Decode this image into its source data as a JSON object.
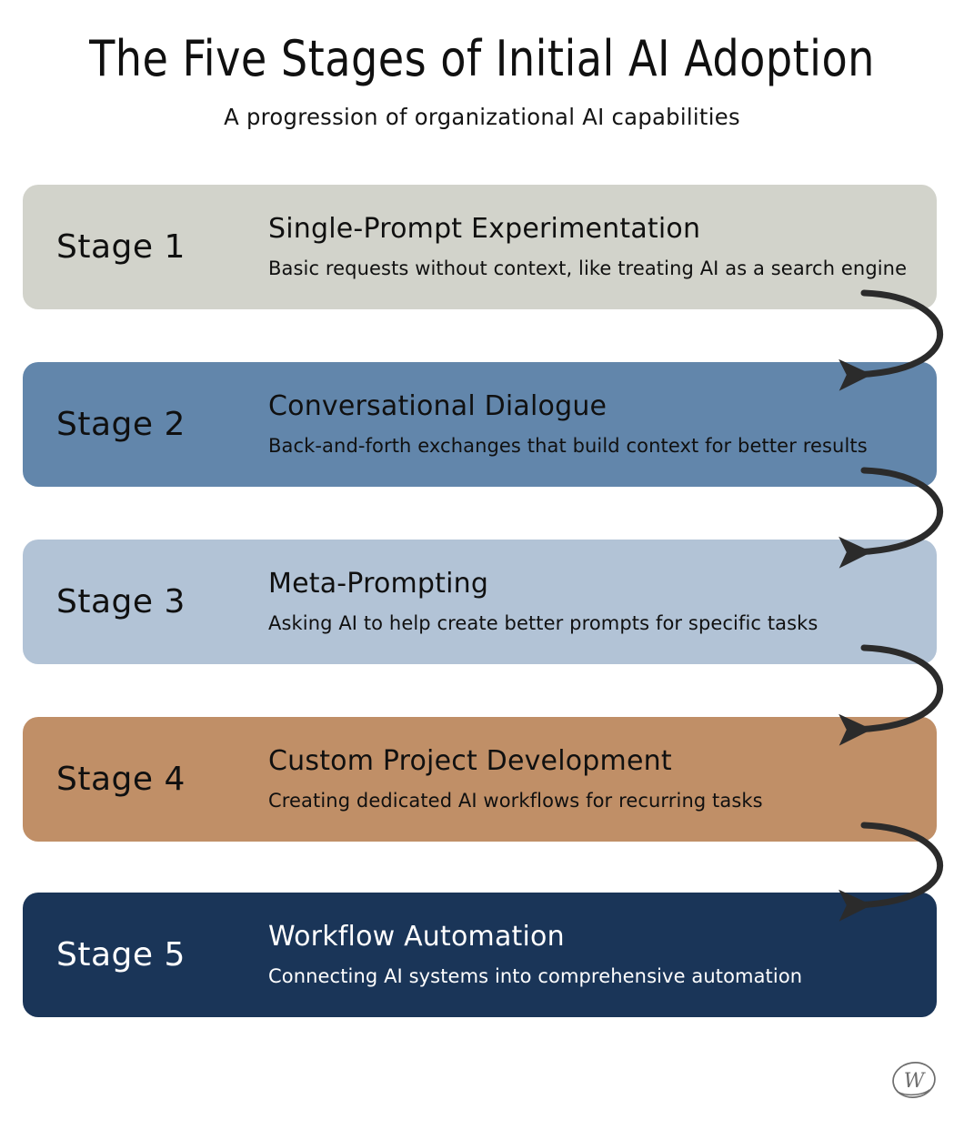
{
  "header": {
    "title": "The Five Stages of Initial AI Adoption",
    "subtitle": "A progression of organizational AI capabilities"
  },
  "colors": {
    "background": "#ffffff",
    "arrow": "#2b2b2b",
    "text_dark": "#101010",
    "text_light": "#ffffff",
    "watermark": "#6e6e6e",
    "stage_1": "#d2d3cb",
    "stage_2": "#6286ab",
    "stage_3": "#b2c3d6",
    "stage_4": "#c08f67",
    "stage_5": "#1a3558"
  },
  "stages": [
    {
      "label": "Stage 1",
      "heading": "Single-Prompt Experimentation",
      "description": "Basic requests without context, like treating AI as a search engine",
      "color": "#d2d3cb",
      "text_color": "#101010"
    },
    {
      "label": "Stage 2",
      "heading": "Conversational Dialogue",
      "description": "Back-and-forth exchanges that build context for better results",
      "color": "#6286ab",
      "text_color": "#101010"
    },
    {
      "label": "Stage 3",
      "heading": "Meta-Prompting",
      "description": "Asking AI to help create better prompts for specific tasks",
      "color": "#b2c3d6",
      "text_color": "#101010"
    },
    {
      "label": "Stage 4",
      "heading": "Custom Project Development",
      "description": "Creating dedicated AI workflows for recurring tasks",
      "color": "#c08f67",
      "text_color": "#101010"
    },
    {
      "label": "Stage 5",
      "heading": "Workflow Automation",
      "description": "Connecting AI systems into comprehensive automation",
      "color": "#1a3558",
      "text_color": "#ffffff"
    }
  ],
  "connectors": [
    {
      "from": "Stage 1",
      "to": "Stage 2",
      "direction": "down"
    },
    {
      "from": "Stage 2",
      "to": "Stage 3",
      "direction": "down"
    },
    {
      "from": "Stage 3",
      "to": "Stage 4",
      "direction": "down"
    },
    {
      "from": "Stage 4",
      "to": "Stage 5",
      "direction": "down"
    }
  ],
  "watermark": {
    "letter": "W"
  }
}
